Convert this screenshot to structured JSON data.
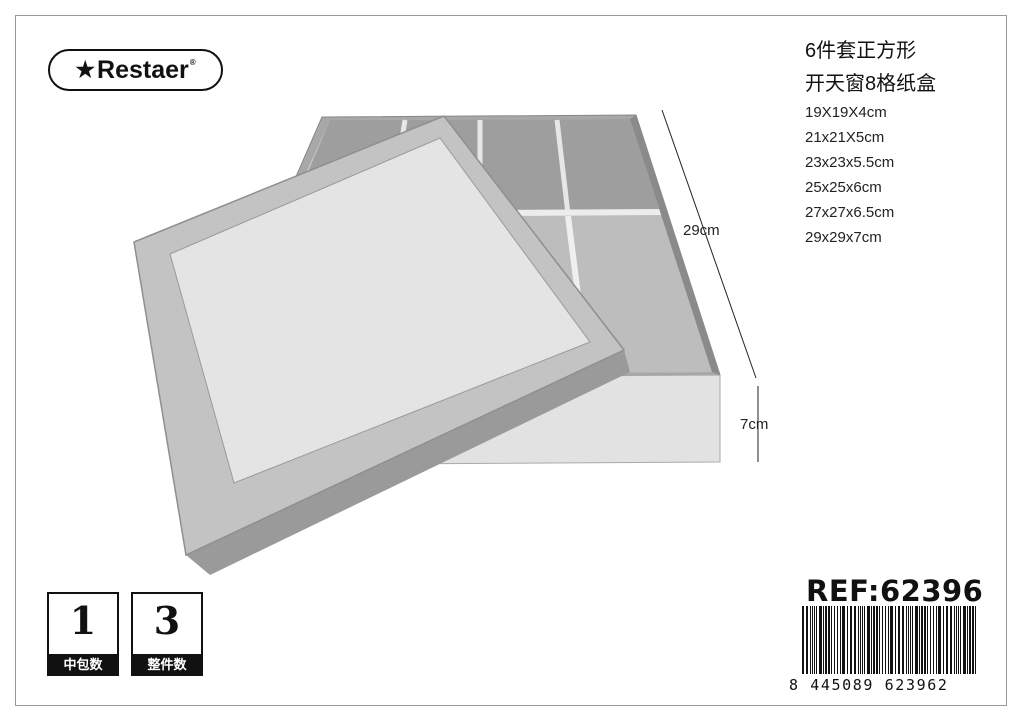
{
  "brand": {
    "name": "Restaer",
    "mark": "★",
    "registered": "®"
  },
  "product": {
    "title_line1": "6件套正方形",
    "title_line2": "开天窗8格纸盒",
    "sizes": [
      "19X19X4cm",
      "21x21X5cm",
      "23x23x5.5cm",
      "25x25x6cm",
      "27x27x6.5cm",
      "29x29x7cm"
    ]
  },
  "dimensions": {
    "width_label": "29cm",
    "height_label": "7cm"
  },
  "packing": [
    {
      "value": "1",
      "label": "中包数"
    },
    {
      "value": "3",
      "label": "整件数"
    }
  ],
  "ref": "REF:62396",
  "barcode": {
    "digits": "8 445089 623962"
  },
  "colors": {
    "box_light": "#d6d6d6",
    "box_mid": "#b4b4b4",
    "box_dark": "#8e8e8e",
    "ink": "#111111"
  }
}
